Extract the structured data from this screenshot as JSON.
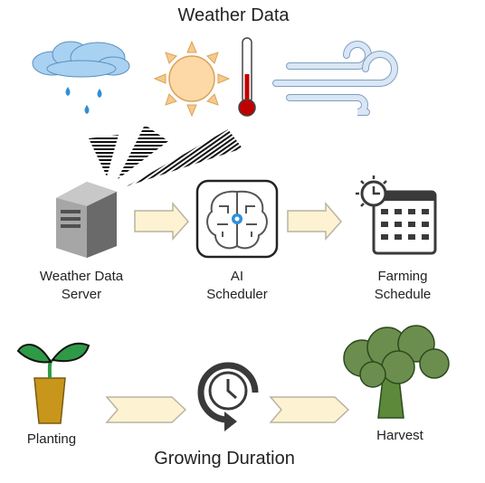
{
  "top_title": "Weather Data",
  "bottom_title": "Growing Duration",
  "nodes": {
    "server": {
      "line1": "Weather Data",
      "line2": "Server"
    },
    "ai": {
      "line1": "AI",
      "line2": "Scheduler"
    },
    "schedule": {
      "line1": "Farming",
      "line2": "Schedule"
    },
    "planting": {
      "label": "Planting"
    },
    "harvest": {
      "label": "Harvest"
    }
  },
  "icons": [
    "rain-cloud-icon",
    "sun-icon",
    "thermometer-icon",
    "wind-icon",
    "server-icon",
    "ai-brain-icon",
    "calendar-clock-icon",
    "seedling-icon",
    "clock-icon",
    "broccoli-icon"
  ],
  "colors": {
    "arrow_fill": "#fdf3d2",
    "arrow_stroke": "#b9b3a2",
    "cloud": "#a9d1f1",
    "rain": "#2f8fd8",
    "sun": "#fcd9a6",
    "mercury": "#c00000",
    "wind": "#d9e6f5",
    "leaf": "#2e9a46",
    "pot": "#c8961b",
    "broccoli": "#6b8e4e",
    "text": "#222222"
  }
}
